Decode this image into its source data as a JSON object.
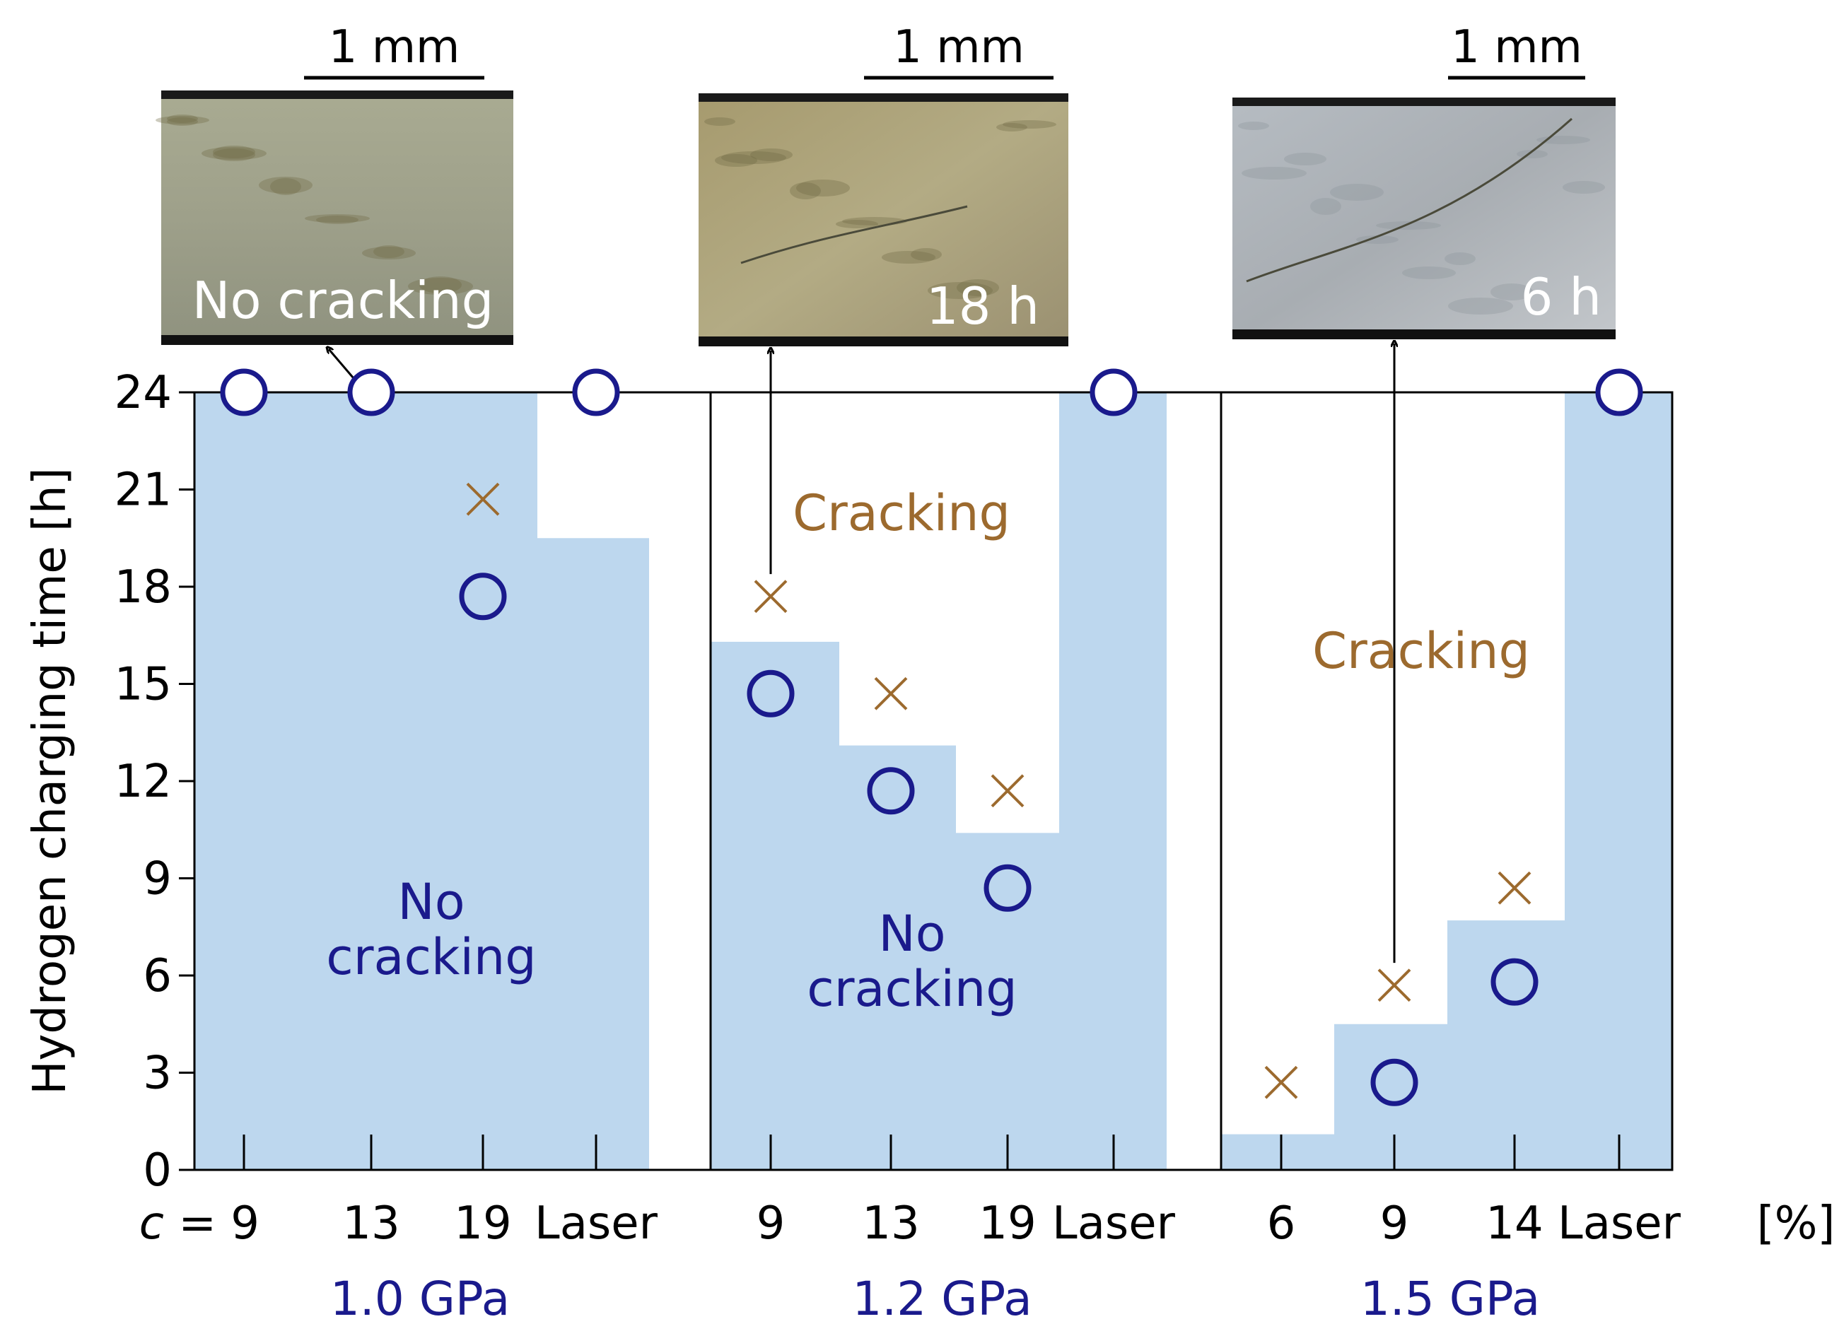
{
  "chart_data": {
    "type": "scatter",
    "ylabel": "Hydrogen charging time [h]",
    "ylim": [
      0,
      24
    ],
    "yticks": [
      0,
      3,
      6,
      9,
      12,
      15,
      18,
      21,
      24
    ],
    "x_prefix": "c",
    "x_prefix_eq": "= ",
    "x_unit": "[%]",
    "colors": {
      "region": "#bdd7ee",
      "no_crack_marker": "#1a1a8c",
      "crack_marker": "#9c6a2e",
      "group_label": "#1a1a8c",
      "cracking_text": "#9c6a2e"
    },
    "panels": [
      {
        "group_label": "1.0 GPa",
        "categories": [
          "9",
          "13",
          "19",
          "Laser"
        ],
        "no_cracking_threshold": [
          24,
          24,
          19.5,
          24
        ],
        "no_cracking_points": [
          [
            0,
            24
          ],
          [
            1,
            24
          ],
          [
            2,
            17.7
          ],
          [
            3,
            24
          ]
        ],
        "cracking_points": [
          [
            2,
            20.7
          ]
        ],
        "region_label": [
          "No",
          "cracking"
        ],
        "cracking_label": ""
      },
      {
        "group_label": "1.2 GPa",
        "categories": [
          "9",
          "13",
          "19",
          "Laser"
        ],
        "no_cracking_threshold": [
          16.3,
          13.1,
          10.4,
          24
        ],
        "no_cracking_points": [
          [
            0,
            14.7
          ],
          [
            1,
            11.7
          ],
          [
            2,
            8.7
          ],
          [
            3,
            24
          ]
        ],
        "cracking_points": [
          [
            0,
            17.7
          ],
          [
            1,
            14.7
          ],
          [
            2,
            11.7
          ]
        ],
        "region_label": [
          "No",
          "cracking"
        ],
        "cracking_label": "Cracking"
      },
      {
        "group_label": "1.5 GPa",
        "categories": [
          "6",
          "9",
          "14",
          "Laser"
        ],
        "no_cracking_threshold": [
          1.1,
          4.5,
          7.7,
          24
        ],
        "no_cracking_points": [
          [
            1,
            2.7
          ],
          [
            2,
            5.8
          ],
          [
            3,
            24
          ]
        ],
        "cracking_points": [
          [
            0,
            2.7
          ],
          [
            1,
            5.7
          ],
          [
            2,
            8.7
          ]
        ],
        "region_label": [],
        "cracking_label": "Cracking"
      }
    ],
    "insets": [
      {
        "panel": 0,
        "caption": "No cracking",
        "scale_bar": "1 mm",
        "arrow_from": [
          1,
          24
        ]
      },
      {
        "panel": 1,
        "caption": "18 h",
        "scale_bar": "1 mm",
        "arrow_from": [
          0,
          18.5
        ]
      },
      {
        "panel": 2,
        "caption": "6 h",
        "scale_bar": "1 mm",
        "arrow_from": [
          1,
          6.5
        ]
      }
    ]
  }
}
